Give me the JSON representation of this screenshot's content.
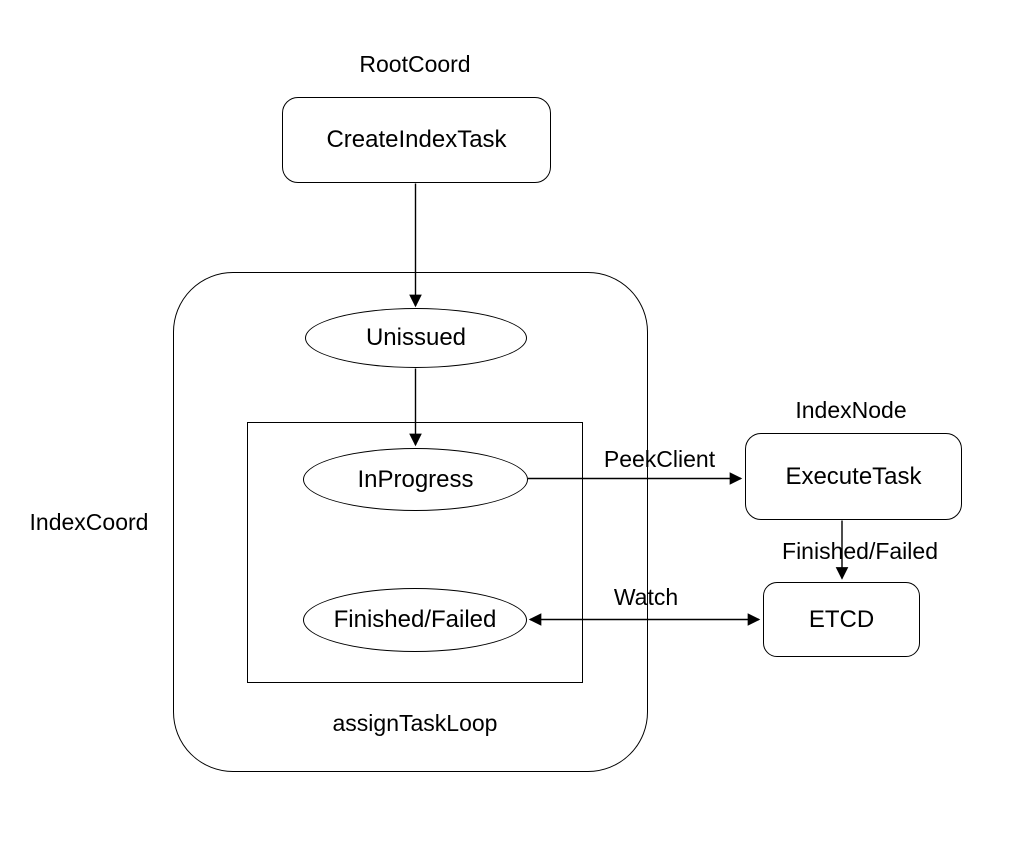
{
  "diagram": {
    "groups": {
      "root_coord": "RootCoord",
      "index_coord": "IndexCoord",
      "assign_task_loop": "assignTaskLoop",
      "index_node": "IndexNode"
    },
    "nodes": {
      "create_index_task": "CreateIndexTask",
      "unissued": "Unissued",
      "in_progress": "InProgress",
      "finished_failed": "Finished/Failed",
      "execute_task": "ExecuteTask",
      "etcd": "ETCD"
    },
    "edges": [
      {
        "from": "CreateIndexTask",
        "to": "Unissued",
        "label": "",
        "arrow": "end"
      },
      {
        "from": "Unissued",
        "to": "InProgress",
        "label": "",
        "arrow": "end"
      },
      {
        "from": "InProgress",
        "to": "ExecuteTask",
        "label": "PeekClient",
        "arrow": "end"
      },
      {
        "from": "ExecuteTask",
        "to": "ETCD",
        "label": "Finished/Failed",
        "arrow": "end"
      },
      {
        "from": "Finished/Failed",
        "to": "ETCD",
        "label": "Watch",
        "arrow": "both"
      }
    ],
    "colors": {
      "stroke": "#000000",
      "fill": "#ffffff",
      "text": "#000000",
      "background": "#ffffff"
    }
  }
}
